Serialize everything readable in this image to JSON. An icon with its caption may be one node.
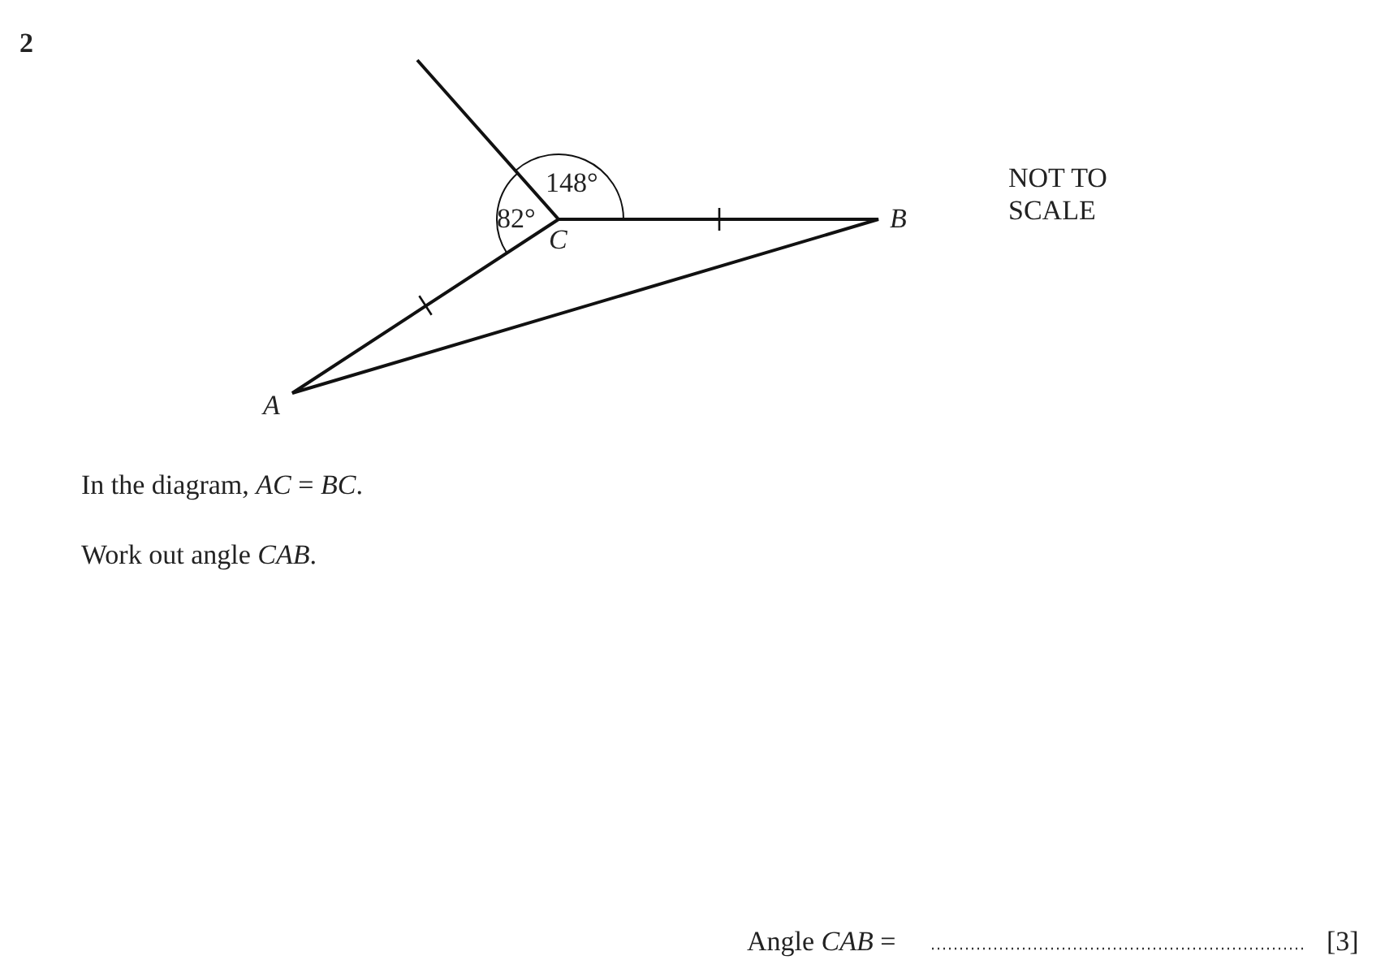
{
  "diagram": {
    "labels": [
      "2",
      "148°",
      "82°",
      "*C*",
      "*B*",
      "*A*",
      "NOT TO SCALE",
      "In the diagram, *AC* = *BC*.",
      "Work out angle *CAB*.",
      "Angle *CAB* =",
      "[3]"
    ]
  }
}
